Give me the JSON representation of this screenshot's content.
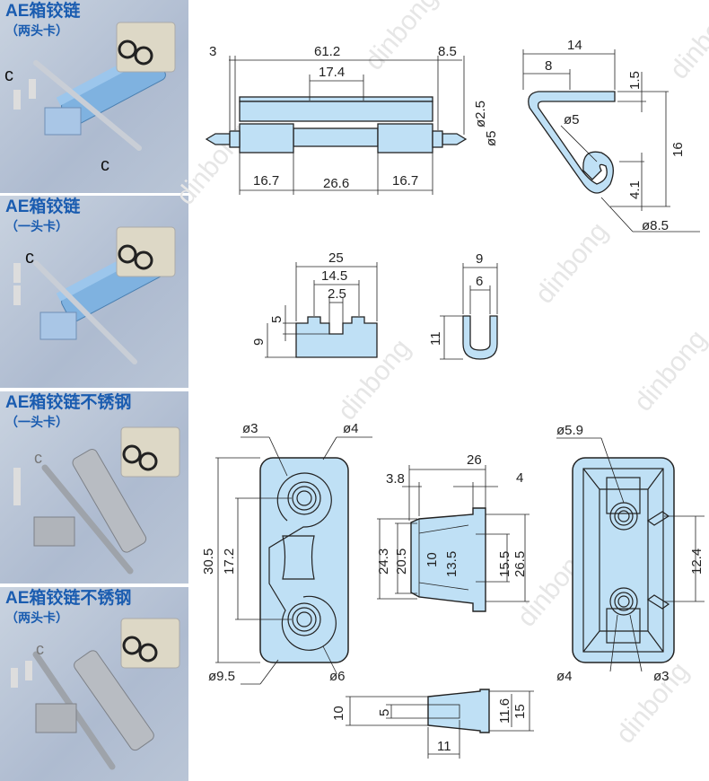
{
  "panels": [
    {
      "title": "AE箱铰链",
      "subtitle": "（两头卡）",
      "material": "blue-zinc"
    },
    {
      "title": "AE箱铰链",
      "subtitle": "（一头卡）",
      "material": "blue-zinc"
    },
    {
      "title": "AE箱铰链不锈钢",
      "subtitle": "（一头卡）",
      "material": "stainless"
    },
    {
      "title": "AE箱铰链不锈钢",
      "subtitle": "（两头卡）",
      "material": "stainless"
    }
  ],
  "watermark": "dinbong",
  "colors": {
    "part_fill": "#bfe0f5",
    "line": "#222222",
    "title": "#1a5cb0"
  },
  "hinge_front": {
    "d_3": "3",
    "d_61_2": "61.2",
    "d_8_5": "8.5",
    "d_17_4": "17.4",
    "d_phi2_5": "ø2.5",
    "d_phi5": "ø5",
    "d_16_7a": "16.7",
    "d_26_6": "26.6",
    "d_16_7b": "16.7"
  },
  "hinge_side": {
    "d_14": "14",
    "d_8": "8",
    "d_1_5": "1.5",
    "d_phi5": "ø5",
    "d_16": "16",
    "d_4_1": "4.1",
    "d_phi8_5": "ø8.5"
  },
  "clip": {
    "d_25": "25",
    "d_14_5": "14.5",
    "d_2_5": "2.5",
    "d_5": "5",
    "d_9": "9"
  },
  "u_clip": {
    "d_9": "9",
    "d_6": "6",
    "d_11": "11"
  },
  "block_front": {
    "d_phi3": "ø3",
    "d_phi4": "ø4",
    "d_30_5": "30.5",
    "d_17_2": "17.2",
    "d_phi9_5": "ø9.5",
    "d_phi6": "ø6"
  },
  "block_side": {
    "d_26": "26",
    "d_3_8": "3.8",
    "d_4": "4",
    "d_24_3": "24.3",
    "d_20_5": "20.5",
    "d_10": "10",
    "d_13_5": "13.5",
    "d_15_5": "15.5",
    "d_26_5": "26.5"
  },
  "block_back": {
    "d_phi5_9": "ø5.9",
    "d_12_4": "12.4",
    "d_phi4": "ø4",
    "d_phi3": "ø3"
  },
  "block_bottom": {
    "d_10": "10",
    "d_5": "5",
    "d_11_6": "11.6",
    "d_15": "15",
    "d_11": "11"
  }
}
